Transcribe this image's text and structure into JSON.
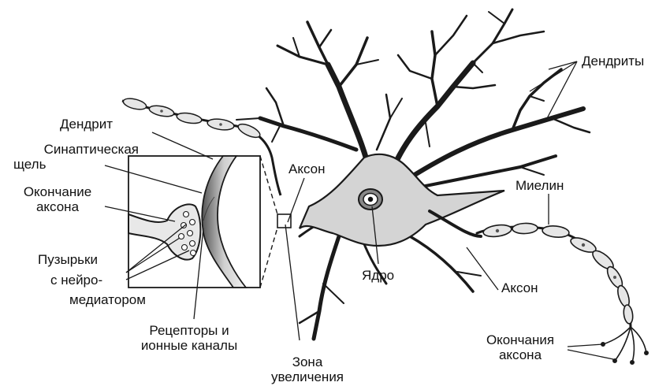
{
  "labels": {
    "dendrites": "Дендриты",
    "dendrite": "Дендрит",
    "synaptic_cleft": [
      "Синаптическая",
      "щель"
    ],
    "axon_ending": [
      "Окончание",
      "аксона"
    ],
    "vesicles": [
      "Пузырьки",
      "с нейро-",
      "медиатором"
    ],
    "receptors": [
      "Рецепторы и",
      "ионные каналы"
    ],
    "zoom_zone": [
      "Зона",
      "увеличения"
    ],
    "axon_top": "Аксон",
    "myelin": "Миелин",
    "nucleus": "Ядро",
    "axon_right": "Аксон",
    "axon_endings": [
      "Окончания",
      "аксона"
    ]
  },
  "colors": {
    "soma_fill": "#d4d4d4",
    "myelin_fill": "#e6e6e6",
    "line": "#1a1a1a"
  }
}
